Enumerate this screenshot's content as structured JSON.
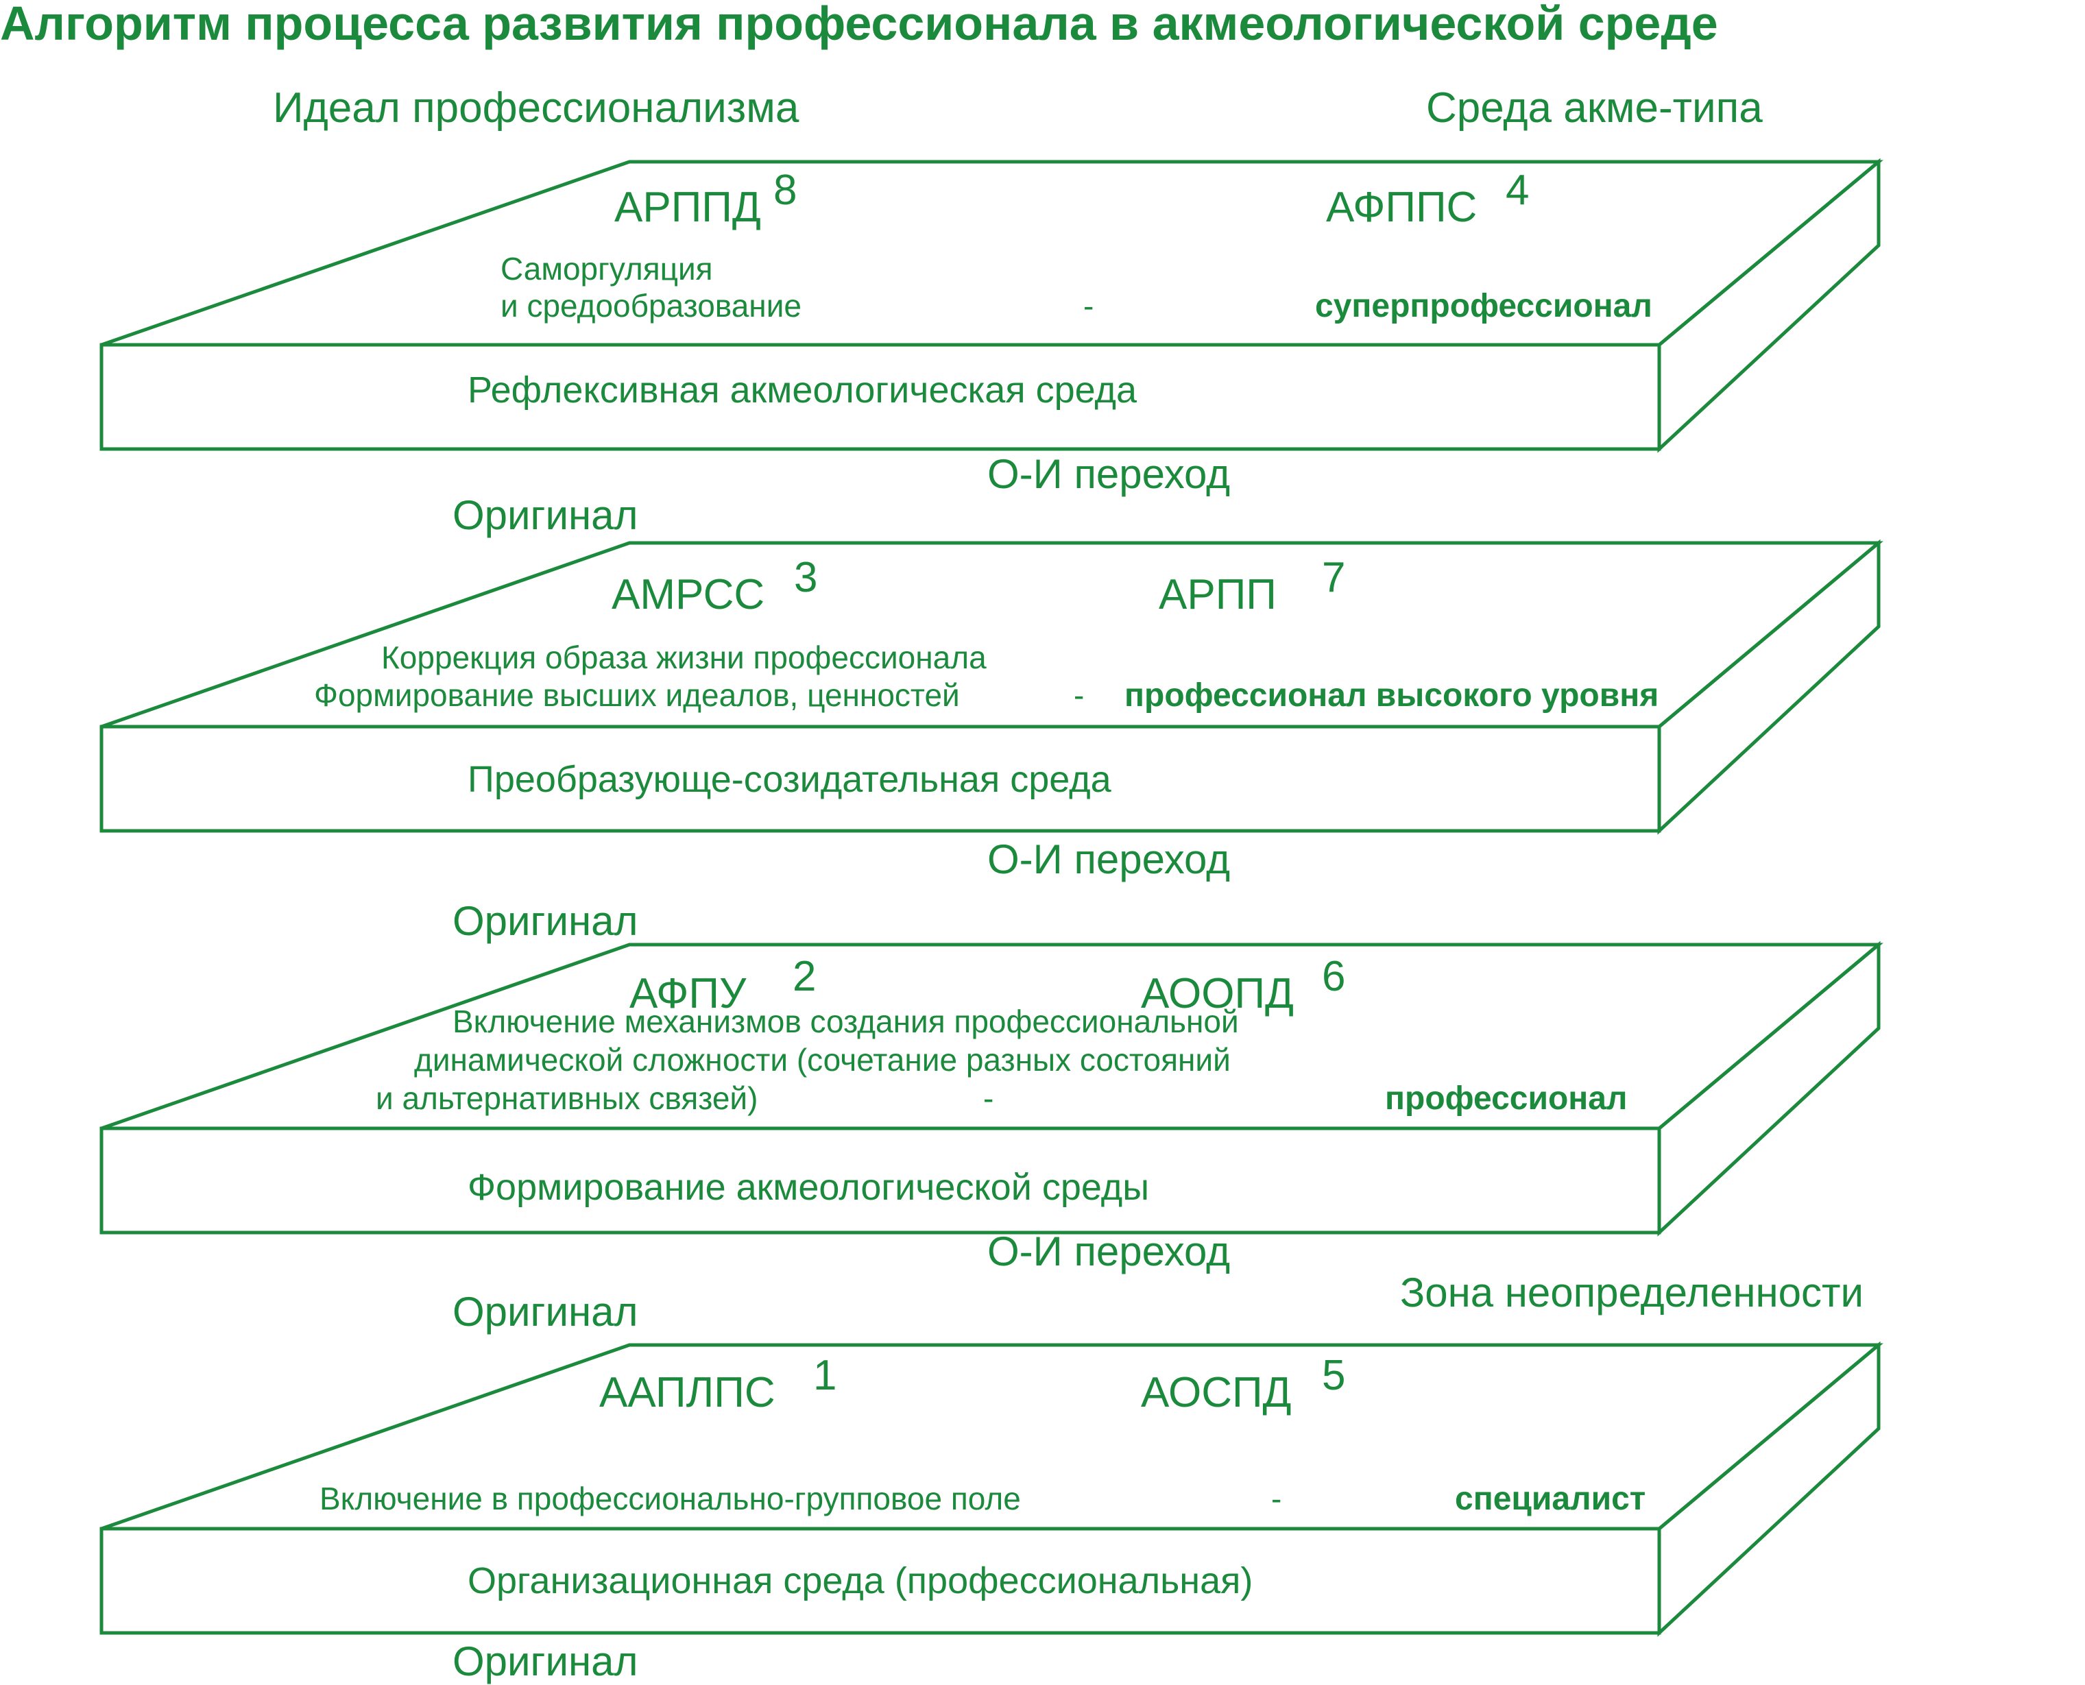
{
  "title": "Алгоритм процесса развития профессионала в акмеологической среде",
  "header_left": "Идеал профессионализма",
  "header_right": "Среда акме-типа",
  "zone_label": "Зона неопределенности",
  "transition_label": "О-И переход",
  "original_label": "Оригинал",
  "dash": "-",
  "colors": {
    "accent": "#1b8a3c",
    "background": "#ffffff"
  },
  "slabs": [
    {
      "left_code": "АРППД",
      "left_num": "8",
      "right_code": "АФППС",
      "right_num": "4",
      "desc_lines": [
        "Саморгуляция",
        "и средообразование"
      ],
      "level": "суперпрофессионал",
      "environment": "Рефлексивная акмеологическая среда"
    },
    {
      "left_code": "АМРСС",
      "left_num": "3",
      "right_code": "АРПП",
      "right_num": "7",
      "desc_lines": [
        "Коррекция образа жизни профессионала",
        "Формирование высших идеалов, ценностей"
      ],
      "level": "профессионал высокого уровня",
      "environment": "Преобразующе-созидательная среда"
    },
    {
      "left_code": "АФПУ",
      "left_num": "2",
      "right_code": "АООПД",
      "right_num": "6",
      "desc_lines": [
        "Включение механизмов создания профессиональной",
        "динамической сложности (сочетание разных состояний",
        "и альтернативных связей)"
      ],
      "level": "профессионал",
      "environment": "Формирование акмеологической среды"
    },
    {
      "left_code": "ААПЛПС",
      "left_num": "1",
      "right_code": "АОСПД",
      "right_num": "5",
      "desc_lines": [
        "Включение в профессионально-групповое поле"
      ],
      "level": "специалист",
      "environment": "Организационная среда (профессиональная)"
    }
  ]
}
